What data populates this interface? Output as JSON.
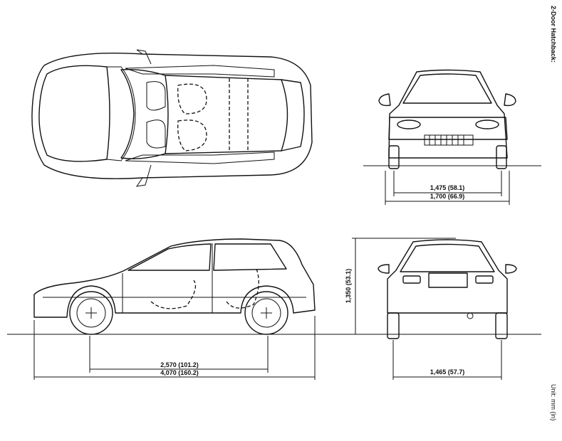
{
  "title": "2-Door Hatchback:",
  "unit_note": "Unit: mm (in)",
  "dimensions": {
    "tread_front": "1,475 (58.1)",
    "overall_width": "1,700 (66.9)",
    "wheelbase": "2,570 (101.2)",
    "overall_length": "4,070 (160.2)",
    "overall_height": "1,350 (53.1)",
    "tread_rear": "1,465 (57.7)"
  }
}
